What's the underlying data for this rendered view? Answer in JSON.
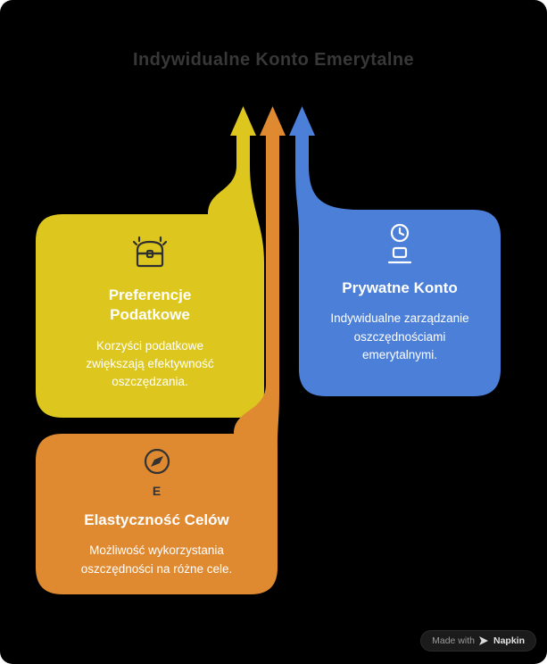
{
  "title": "Indywidualne  Konto Emerytalne",
  "colors": {
    "background": "#000000",
    "title_text": "#383838",
    "card_text": "#ffffff",
    "yellow": "#ddc71e",
    "orange": "#df8a31",
    "blue": "#4c7fd8"
  },
  "cards": [
    {
      "heading": "Preferencje Podatkowe",
      "body": "Korzyści podatkowe zwiększają efektywność oszczędzania.",
      "icon": "treasure-chest-icon",
      "color": "#ddc71e"
    },
    {
      "heading": "Prywatne Konto",
      "body": "Indywidualne zarządzanie oszczędnościami emerytalnymi.",
      "icon": "clock-user-icon",
      "color": "#4c7fd8"
    },
    {
      "heading": "Elastyczność Celów",
      "body": "Możliwość wykorzystania oszczędności na różne cele.",
      "icon": "compass-icon",
      "compass_label": "E",
      "color": "#df8a31"
    }
  ],
  "badge": {
    "made_with": "Made with",
    "brand": "Napkin"
  }
}
